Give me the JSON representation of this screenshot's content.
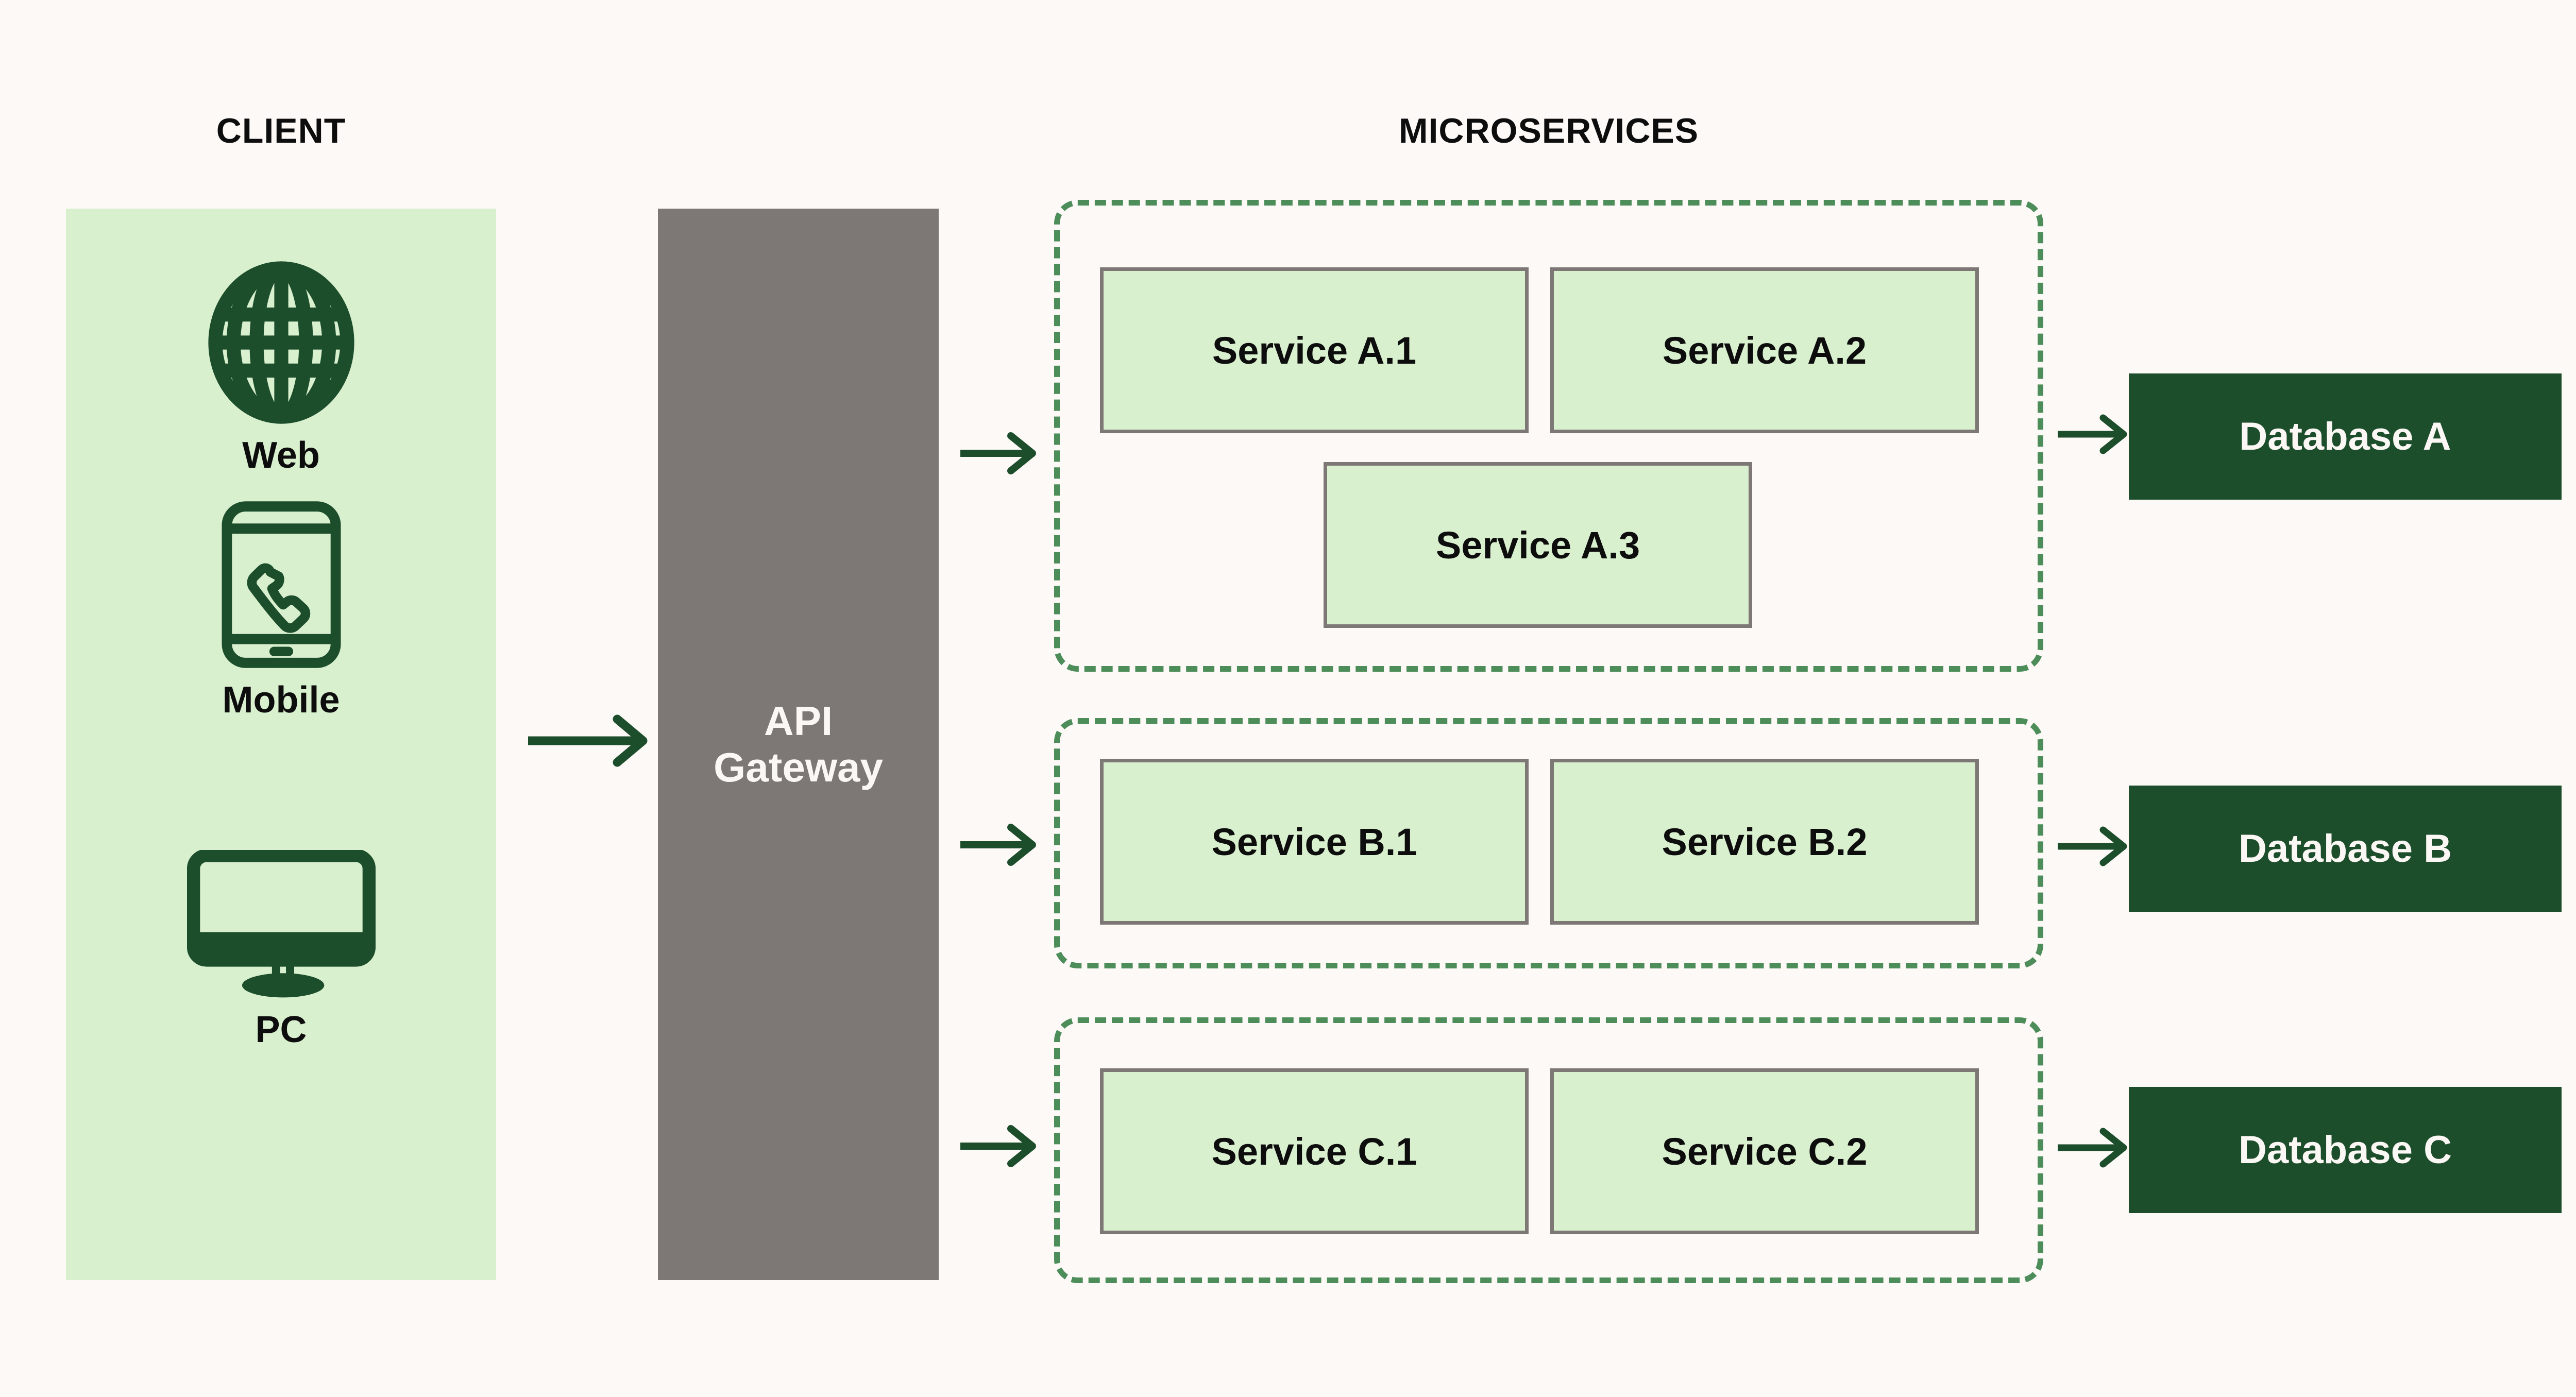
{
  "diagram": {
    "background_color": "#fdf9f7",
    "accent_green_dark": "#1d4e2c",
    "accent_green_light": "#d9f0cf",
    "accent_green_dash": "#4c8d5a",
    "gray": "#7d7775"
  },
  "headings": {
    "client": "CLIENT",
    "microservices": "MICROSERVICES"
  },
  "client": {
    "items": [
      {
        "label": "Web",
        "icon": "globe-icon"
      },
      {
        "label": "Mobile",
        "icon": "mobile-phone-icon"
      },
      {
        "label": "PC",
        "icon": "desktop-monitor-icon"
      }
    ]
  },
  "gateway": {
    "label": "API\nGateway"
  },
  "microservices": {
    "groups": [
      {
        "id": "A",
        "services": [
          {
            "label": "Service A.1"
          },
          {
            "label": "Service A.2"
          },
          {
            "label": "Service A.3"
          }
        ]
      },
      {
        "id": "B",
        "services": [
          {
            "label": "Service B.1"
          },
          {
            "label": "Service B.2"
          }
        ]
      },
      {
        "id": "C",
        "services": [
          {
            "label": "Service C.1"
          },
          {
            "label": "Service C.2"
          }
        ]
      }
    ]
  },
  "databases": [
    {
      "label": "Database A"
    },
    {
      "label": "Database B"
    },
    {
      "label": "Database C"
    }
  ],
  "arrows": [
    {
      "name": "client-to-gateway"
    },
    {
      "name": "gateway-to-group-a"
    },
    {
      "name": "gateway-to-group-b"
    },
    {
      "name": "gateway-to-group-c"
    },
    {
      "name": "group-a-to-database-a"
    },
    {
      "name": "group-b-to-database-b"
    },
    {
      "name": "group-c-to-database-c"
    }
  ]
}
